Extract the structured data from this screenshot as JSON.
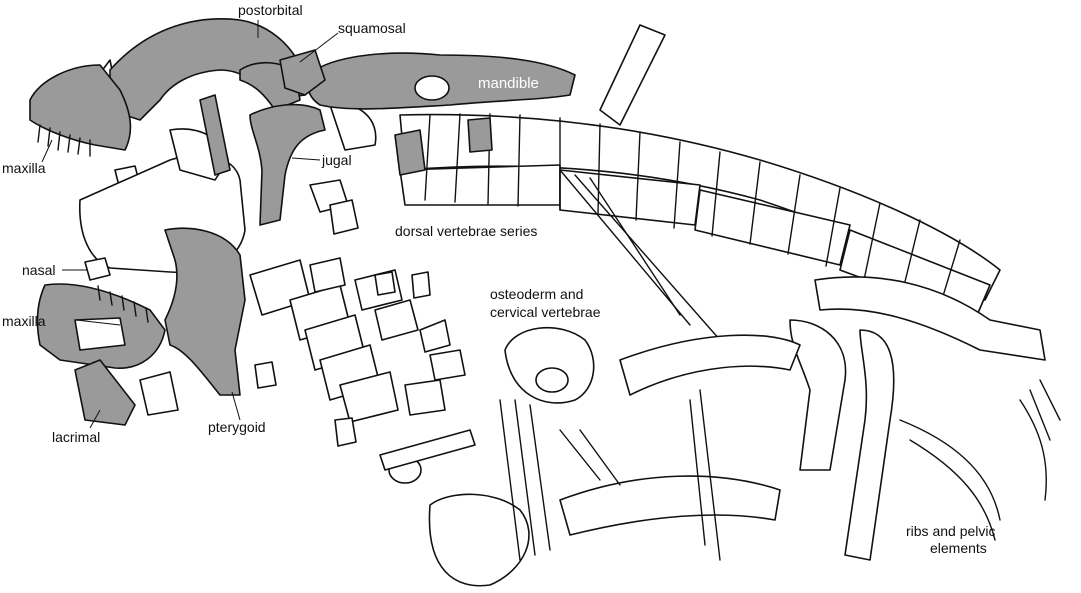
{
  "labels": {
    "postorbital": "postorbital",
    "squamosal": "squamosal",
    "mandible": "mandible",
    "maxilla_upper": "maxilla",
    "jugal": "jugal",
    "dorsal_vertebrae": "dorsal vertebrae series",
    "nasal": "nasal",
    "maxilla_lower": "maxilla",
    "osteoderm_line1": "osteoderm and",
    "osteoderm_line2": "cervical vertebrae",
    "lacrimal": "lacrimal",
    "pterygoid": "pterygoid",
    "ribs_line1": "ribs and pelvic",
    "ribs_line2": "elements"
  },
  "colors": {
    "highlighted_bone": "#9a9a9a",
    "unhighlighted_bone": "#ffffff",
    "outline": "#111111"
  }
}
